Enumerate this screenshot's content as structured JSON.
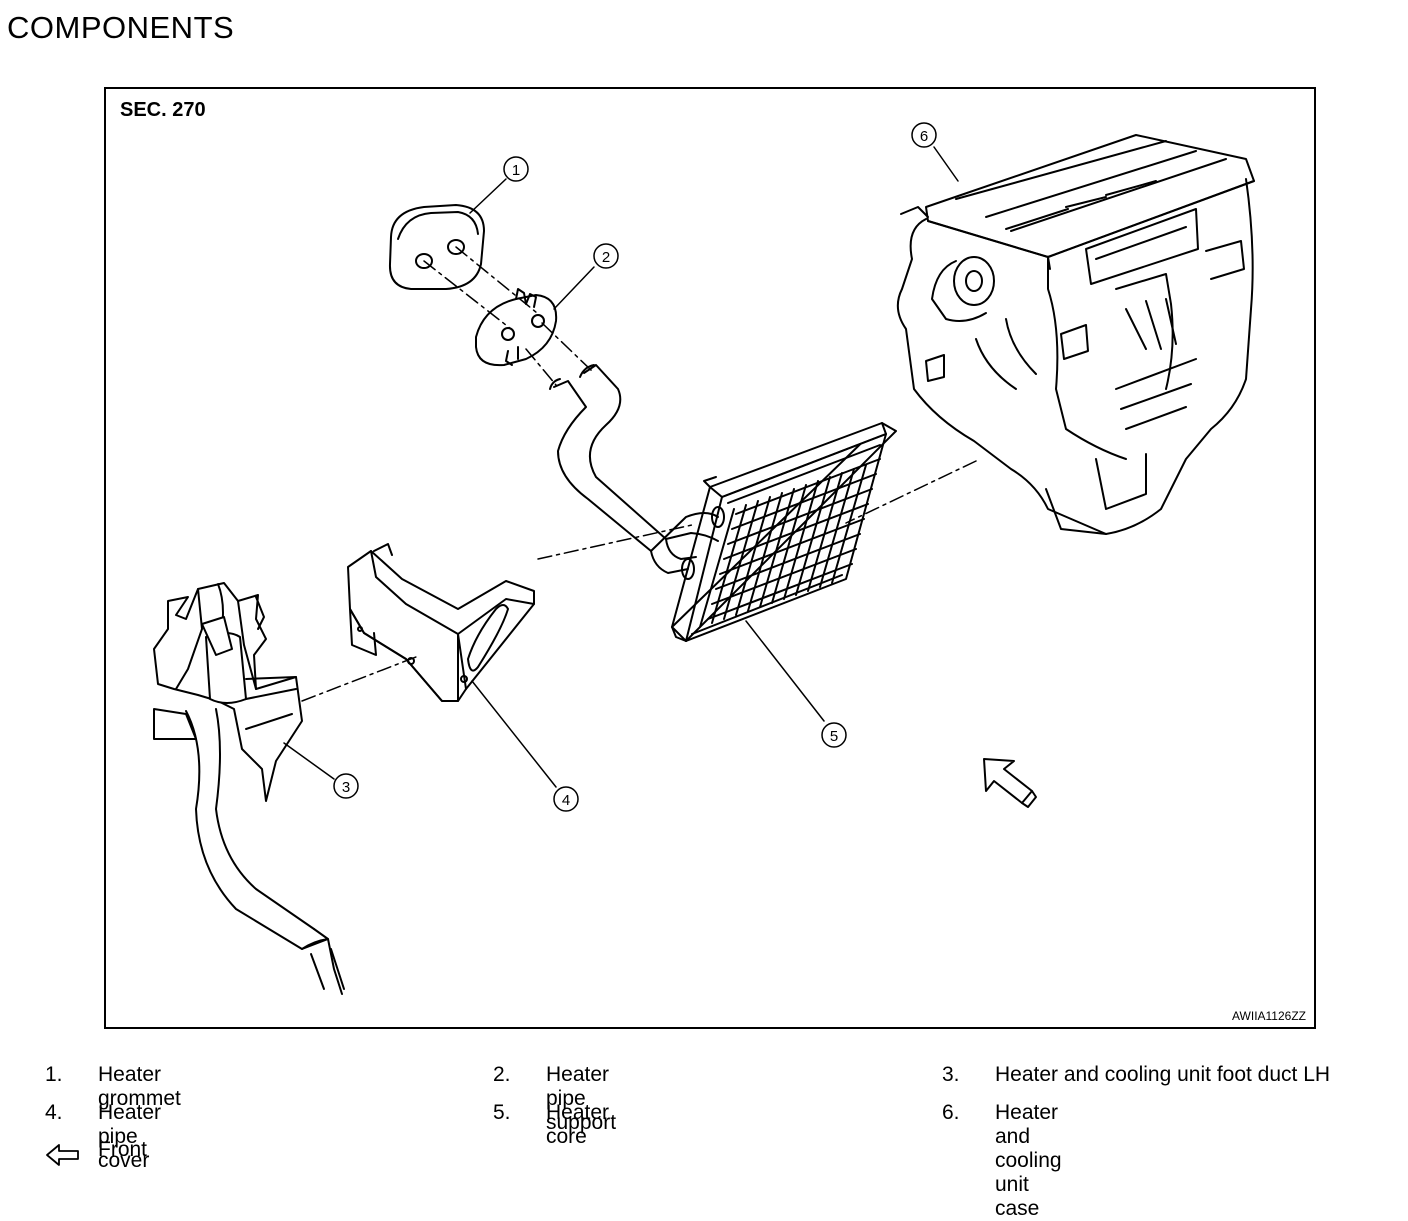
{
  "heading": "COMPONENTS",
  "figure": {
    "section": "SEC. 270",
    "code": "AWIIA1126ZZ",
    "callouts": [
      "1",
      "2",
      "3",
      "4",
      "5",
      "6"
    ]
  },
  "legend": [
    {
      "num": "1.",
      "text": "Heater grommet"
    },
    {
      "num": "2.",
      "text": "Heater pipe support"
    },
    {
      "num": "3.",
      "text": "Heater and cooling unit foot duct LH"
    },
    {
      "num": "4.",
      "text": "Heater pipe cover"
    },
    {
      "num": "5.",
      "text": "Heater core"
    },
    {
      "num": "6.",
      "text": "Heater and cooling unit case"
    }
  ],
  "front_label": "Front"
}
